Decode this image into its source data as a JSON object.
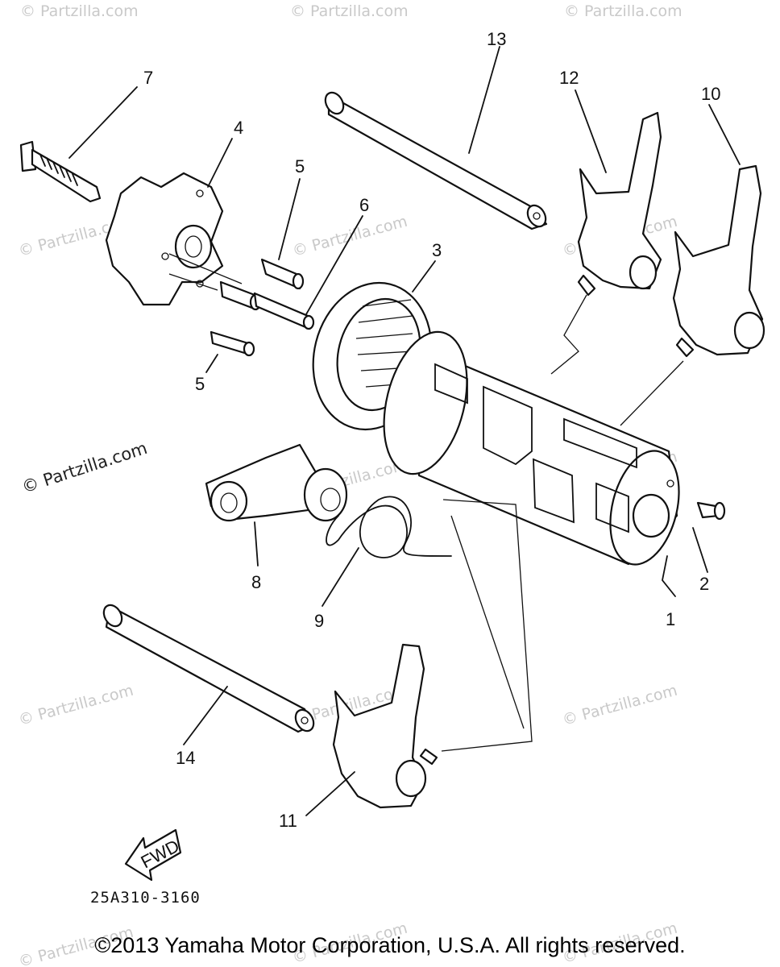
{
  "callouts": [
    {
      "id": "c1",
      "text": "1"
    },
    {
      "id": "c2",
      "text": "2"
    },
    {
      "id": "c3",
      "text": "3"
    },
    {
      "id": "c4",
      "text": "4"
    },
    {
      "id": "c5a",
      "text": "5"
    },
    {
      "id": "c5b",
      "text": "5"
    },
    {
      "id": "c6",
      "text": "6"
    },
    {
      "id": "c7",
      "text": "7"
    },
    {
      "id": "c8",
      "text": "8"
    },
    {
      "id": "c9",
      "text": "9"
    },
    {
      "id": "c10",
      "text": "10"
    },
    {
      "id": "c11",
      "text": "11"
    },
    {
      "id": "c12",
      "text": "12"
    },
    {
      "id": "c13",
      "text": "13"
    },
    {
      "id": "c14",
      "text": "14"
    }
  ],
  "diagram_code": "25A310-3160",
  "fwd_label": "FWD",
  "watermark": "© Partzilla.com",
  "copyright": "©2013  Yamaha Motor Corporation, U.S.A. All rights reserved."
}
